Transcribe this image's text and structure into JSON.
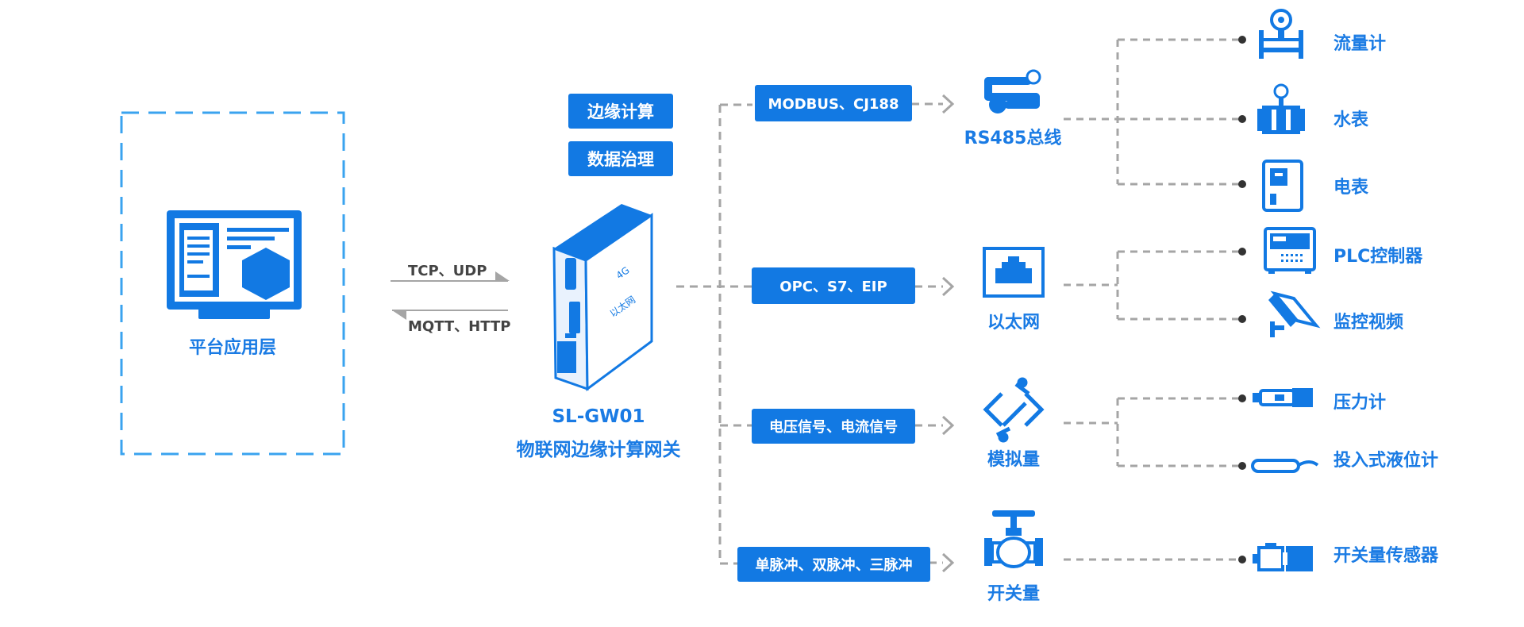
{
  "platform": {
    "label": "平台应用层"
  },
  "protocols": {
    "up": "TCP、UDP",
    "down": "MQTT、HTTP"
  },
  "gateway": {
    "features": [
      "边缘计算",
      "数据治理"
    ],
    "model": "SL-GW01",
    "name": "物联网边缘计算网关",
    "side_text": [
      "4G",
      "以太网"
    ]
  },
  "channels": [
    {
      "tag": "MODBUS、CJ188",
      "node": "RS485总线",
      "node_icon": "bus-icon",
      "devices": [
        {
          "label": "流量计",
          "icon": "flowmeter-icon"
        },
        {
          "label": "水表",
          "icon": "water-meter-icon"
        },
        {
          "label": "电表",
          "icon": "electric-meter-icon"
        }
      ]
    },
    {
      "tag": "OPC、S7、EIP",
      "node": "以太网",
      "node_icon": "ethernet-port-icon",
      "devices": [
        {
          "label": "PLC控制器",
          "icon": "plc-icon"
        },
        {
          "label": "监控视频",
          "icon": "camera-icon"
        }
      ]
    },
    {
      "tag": "电压信号、电流信号",
      "node": "模拟量",
      "node_icon": "analog-icon",
      "devices": [
        {
          "label": "压力计",
          "icon": "pressure-gauge-icon"
        },
        {
          "label": "投入式液位计",
          "icon": "level-sensor-icon"
        }
      ]
    },
    {
      "tag": "单脉冲、双脉冲、三脉冲",
      "node": "开关量",
      "node_icon": "valve-icon",
      "devices": [
        {
          "label": "开关量传感器",
          "icon": "switch-sensor-icon"
        }
      ]
    }
  ],
  "colors": {
    "primary": "#1279e3",
    "dash_border": "#3aa3ef",
    "line": "#a5a5a5"
  }
}
